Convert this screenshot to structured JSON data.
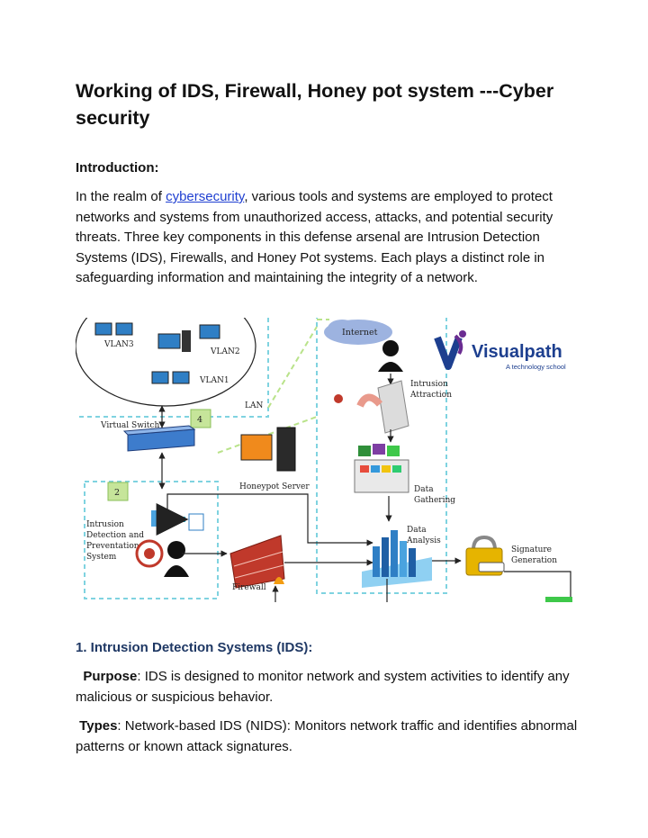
{
  "doc": {
    "title": "Working of IDS, Firewall, Honey pot system ---Cyber security",
    "intro_heading": "Introduction:",
    "intro_pre": "In the realm of ",
    "intro_link": "cybersecurity",
    "intro_post": ", various tools and systems are employed to protect networks and systems from unauthorized access, attacks, and potential security threats. Three key components in this defense arsenal are Intrusion Detection Systems (IDS), Firewalls, and Honey Pot systems. Each plays a distinct role in safeguarding information and maintaining the integrity of a network.",
    "section1_heading": "1. Intrusion Detection Systems (IDS):",
    "purpose_label": "Purpose",
    "purpose_text": ": IDS is designed to monitor network and system activities to identify any malicious or suspicious behavior.",
    "types_label": "Types",
    "types_text": ": Network-based IDS (NIDS): Monitors network traffic and identifies abnormal patterns or known attack signatures."
  },
  "figure": {
    "labels": {
      "vlan3": "VLAN3",
      "vlan2": "VLAN2",
      "vlan1": "VLAN1",
      "lan": "LAN",
      "virtual_switch": "Virtual Switch",
      "num4": "4",
      "num2": "2",
      "honeypot_server": "Honeypot Server",
      "ids_line1": "Intrusion",
      "ids_line2": "Detection and",
      "ids_line3": "Preventation",
      "ids_line4": "System",
      "firewall": "Firewall",
      "internet": "Internet",
      "attraction_line1": "Intrusion",
      "attraction_line2": "Attraction",
      "gathering_line1": "Data",
      "gathering_line2": "Gathering",
      "analysis_line1": "Data",
      "analysis_line2": "Analysis",
      "signature_line1": "Signature",
      "signature_line2": "Generation"
    },
    "logo": {
      "name": "Visualpath",
      "tagline": "A technology school"
    },
    "colors": {
      "dashed_box": "#7fd3e0",
      "green_box": "#c6e59a",
      "logo_blue": "#1d3f8f",
      "logo_purple": "#6a2c91",
      "brick": "#c0392b",
      "accent_green": "#3ec84a"
    }
  }
}
